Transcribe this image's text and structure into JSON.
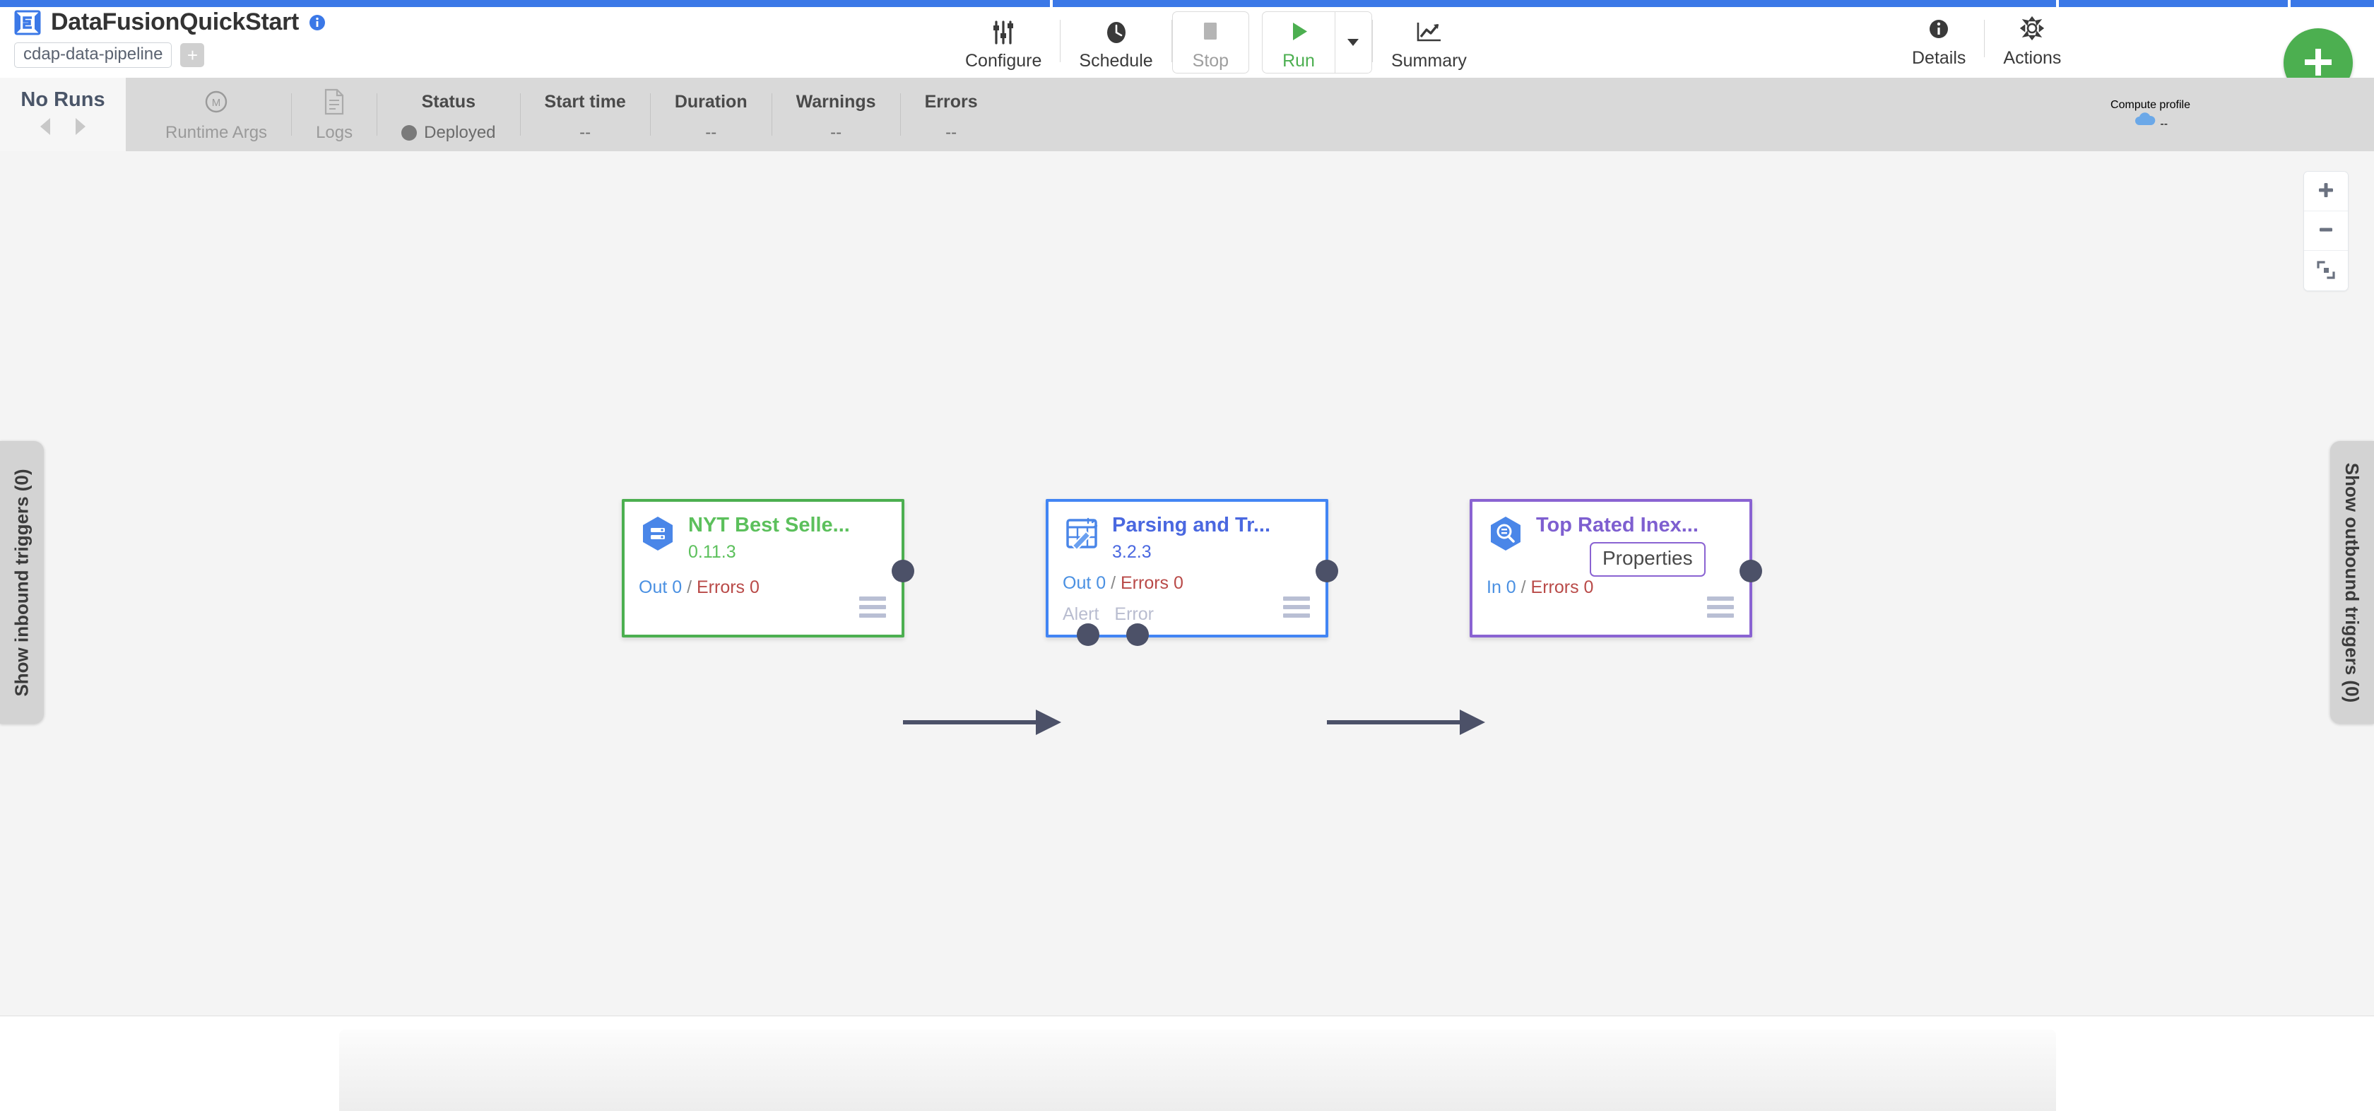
{
  "header": {
    "app_title": "DataFusionQuickStart",
    "logo_icon": "cdap-logo-icon",
    "info_icon": "info-circle-icon",
    "pipeline_type": "cdap-data-pipeline",
    "add_tag_label": "+",
    "toolbar": [
      {
        "label": "Configure",
        "icon": "sliders-icon",
        "state": "enabled"
      },
      {
        "label": "Schedule",
        "icon": "clock-icon",
        "state": "enabled"
      },
      {
        "label": "Stop",
        "icon": "stop-square-icon",
        "state": "disabled"
      },
      {
        "label": "Run",
        "icon": "play-triangle-icon",
        "state": "accent"
      },
      {
        "label": "Summary",
        "icon": "chart-line-icon",
        "state": "enabled"
      },
      {
        "label": "Details",
        "icon": "info-filled-icon",
        "state": "enabled"
      },
      {
        "label": "Actions",
        "icon": "gear-icon",
        "state": "enabled"
      }
    ],
    "run_caret_icon": "caret-down-icon",
    "fab": {
      "icon": "plus-icon",
      "color": "#4caf50"
    }
  },
  "statusbar": {
    "runs_title": "No Runs",
    "prev_icon": "caret-left-icon",
    "next_icon": "caret-right-icon",
    "metrics": [
      {
        "label": "Runtime Args",
        "value": "",
        "icon": "macro-m-icon",
        "muted": true
      },
      {
        "label": "Logs",
        "value": "",
        "icon": "document-icon",
        "muted": true
      },
      {
        "label": "Status",
        "value": "Deployed",
        "icon": "",
        "muted": false
      },
      {
        "label": "Start time",
        "value": "--",
        "icon": "",
        "muted": false
      },
      {
        "label": "Duration",
        "value": "--",
        "icon": "",
        "muted": false
      },
      {
        "label": "Warnings",
        "value": "--",
        "icon": "",
        "muted": false
      },
      {
        "label": "Errors",
        "value": "--",
        "icon": "",
        "muted": false
      }
    ],
    "status_dot_color": "#7a7a7a",
    "compute": {
      "label": "Compute profile",
      "value": "--",
      "icon": "cloud-icon"
    }
  },
  "canvas": {
    "background": "#f4f4f4",
    "zoom_controls": [
      {
        "name": "zoom-in",
        "icon": "plus-icon"
      },
      {
        "name": "zoom-out",
        "icon": "minus-icon"
      },
      {
        "name": "fit-to-screen",
        "icon": "fit-screen-icon"
      }
    ],
    "triggers": {
      "inbound_label": "Show inbound triggers (0)",
      "outbound_label": "Show outbound triggers (0)"
    },
    "nodes": [
      {
        "id": "source",
        "kind": "source",
        "name": "NYT Best Selle...",
        "version": "0.11.3",
        "icon": "bigquery-table-icon",
        "accent": "#4caf50",
        "metrics": {
          "in_label": "Out 0",
          "sep": " / ",
          "err_label": "Errors 0"
        },
        "ports": [],
        "menu_icon": "hamburger-icon"
      },
      {
        "id": "transform",
        "kind": "transform",
        "name": "Parsing and Tr...",
        "version": "3.2.3",
        "icon": "wrangler-magic-icon",
        "accent": "#4285f4",
        "metrics": {
          "in_label": "Out 0",
          "sep": " / ",
          "err_label": "Errors 0"
        },
        "ports": [
          "Alert",
          "Error"
        ],
        "menu_icon": "hamburger-icon"
      },
      {
        "id": "sink",
        "kind": "sink",
        "name": "Top Rated Inex...",
        "version": "",
        "icon": "bigquery-search-icon",
        "accent": "#8a63d2",
        "metrics": {
          "in_label": "In 0",
          "sep": " / ",
          "err_label": "Errors 0"
        },
        "ports": [],
        "tooltip": "Properties",
        "menu_icon": "hamburger-icon"
      }
    ]
  }
}
